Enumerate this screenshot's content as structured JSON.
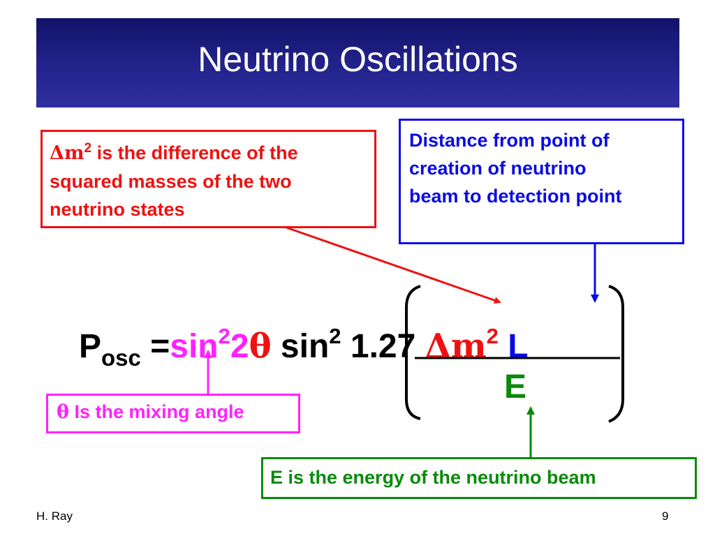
{
  "slide": {
    "title": "Neutrino Oscillations",
    "footer_author": "H. Ray",
    "page_number": "9"
  },
  "callouts": {
    "mass_difference": {
      "symbol": "Δm",
      "sup": "2",
      "line1_rest": " is the difference of the",
      "line2": "squared masses of the two",
      "line3": "neutrino states",
      "color": "#ee1111"
    },
    "distance": {
      "line1": "Distance from point of",
      "line2": "creation of neutrino",
      "line3": "beam to detection point",
      "color": "#0a0ae6"
    },
    "mixing_angle": {
      "symbol": "θ",
      "text": " Is the mixing angle",
      "color": "#ff22ff"
    },
    "energy": {
      "text": "E is the energy of the neutrino beam",
      "color": "#0a8a0a"
    }
  },
  "formula": {
    "p": "P",
    "p_sub": "osc",
    "equals": " =",
    "sin": "sin",
    "sin_sup": "2",
    "two": "2",
    "theta": "θ",
    "sin2": " sin",
    "sin2_sup": "2",
    "coef": " 1.27 ",
    "delta_m": "Δm",
    "delta_m_sup": "2",
    "L": " L",
    "E": "E"
  }
}
